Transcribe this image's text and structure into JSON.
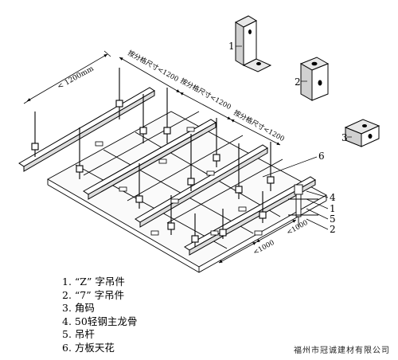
{
  "dimensions": {
    "top_span": "< 1200mm",
    "spacing_1": "按分格尺寸<1200",
    "spacing_2": "按分格尺寸<1200",
    "spacing_3": "按分格尺寸<1200",
    "bottom_left": "<1000",
    "bottom_right": "<1000"
  },
  "callouts": {
    "part_1": "1",
    "part_2": "2",
    "part_3": "3",
    "right_6": "6",
    "right_4": "4",
    "right_1": "1",
    "right_5": "5",
    "right_2": "2"
  },
  "legend": [
    {
      "num": "1.",
      "text": "“Z” 字吊件"
    },
    {
      "num": "2.",
      "text": "“7” 字吊件"
    },
    {
      "num": "3.",
      "text": "角码"
    },
    {
      "num": "4.",
      "text": "50轻钢主龙骨"
    },
    {
      "num": "5.",
      "text": "吊杆"
    },
    {
      "num": "6.",
      "text": "方板天花"
    }
  ],
  "company": "福州市冠诚建材有限公司"
}
